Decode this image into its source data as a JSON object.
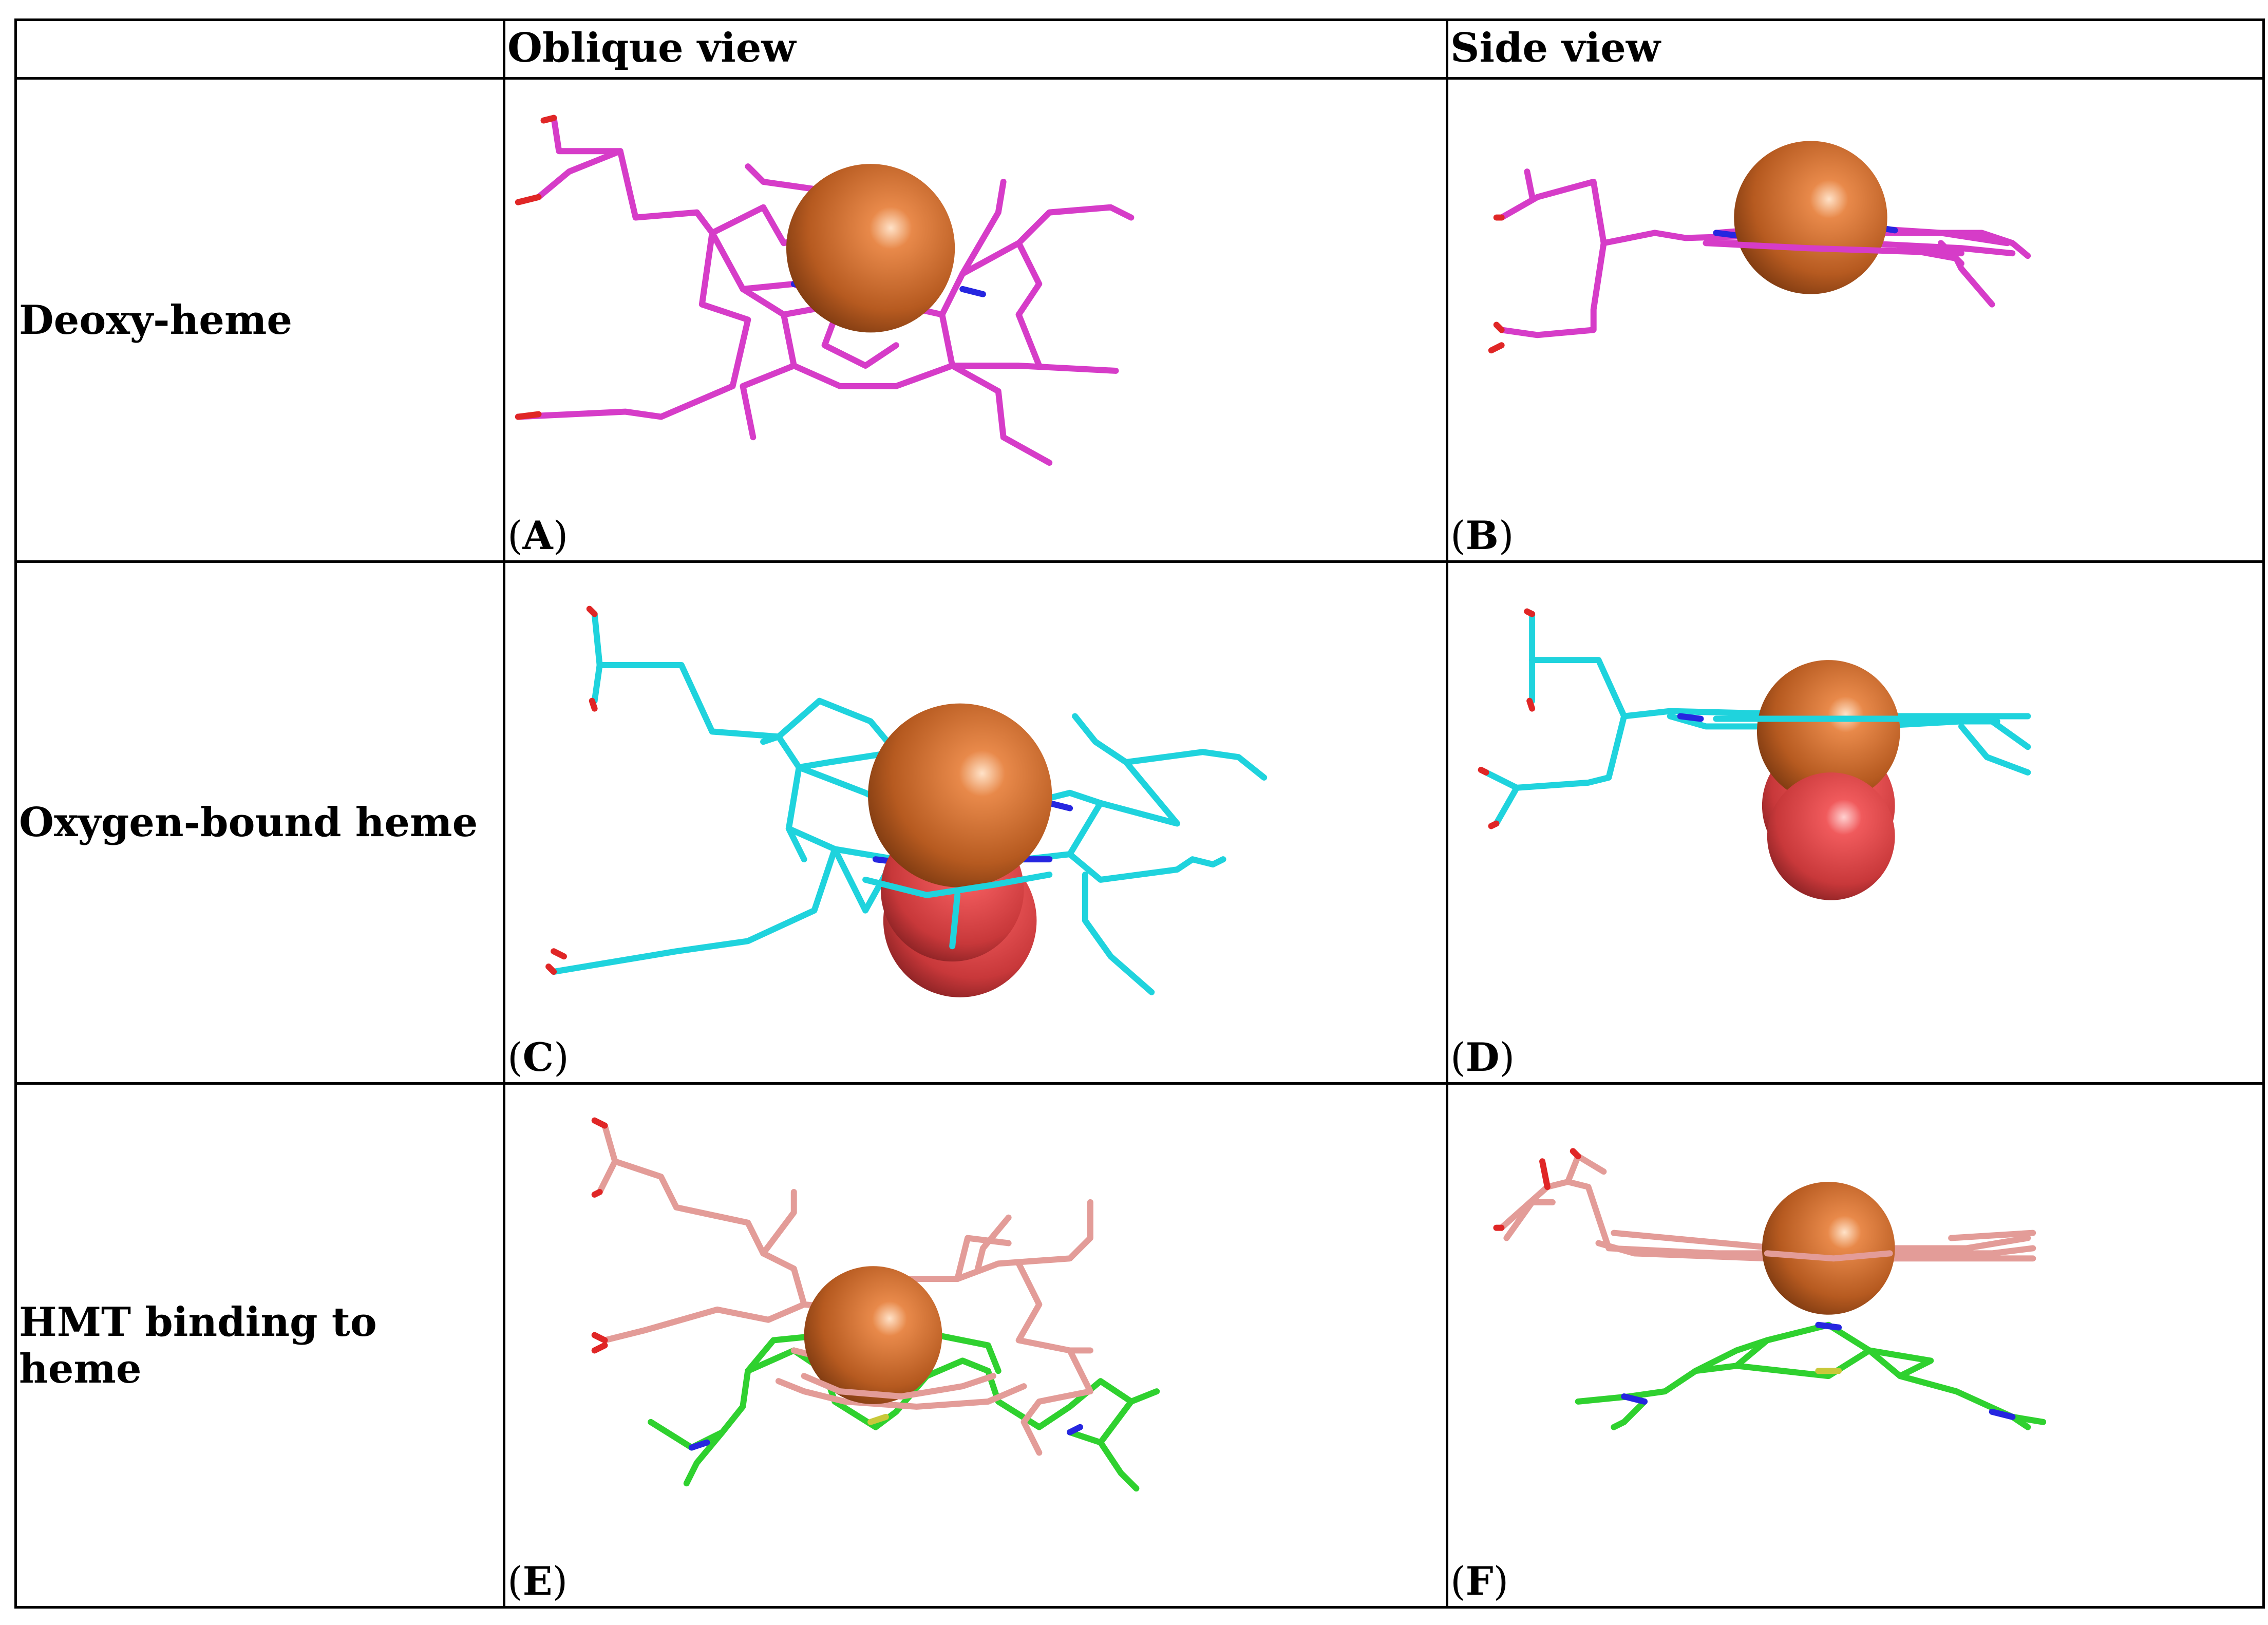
{
  "header": {
    "col0": "",
    "col1": "Oblique view",
    "col2": "Side view"
  },
  "rows": [
    {
      "label": "Deoxy-heme",
      "panels": [
        {
          "letter": "A"
        },
        {
          "letter": "B"
        }
      ]
    },
    {
      "label": "Oxygen-bound heme",
      "panels": [
        {
          "letter": "C"
        },
        {
          "letter": "D"
        }
      ]
    },
    {
      "label": "HMT binding to heme",
      "panels": [
        {
          "letter": "E"
        },
        {
          "letter": "F"
        }
      ]
    }
  ],
  "colors": {
    "deoxy_heme": "#d63cc8",
    "oxy_heme": "#1fd3dd",
    "hmt_heme": "#e39c98",
    "hmt_ligand": "#2fd12f",
    "iron": "#c8662a",
    "oxygen": "#e8474a",
    "nitrogen": "#2626e0",
    "carboxyl_oxygen": "#e02626",
    "sulfur": "#c8c83a"
  }
}
